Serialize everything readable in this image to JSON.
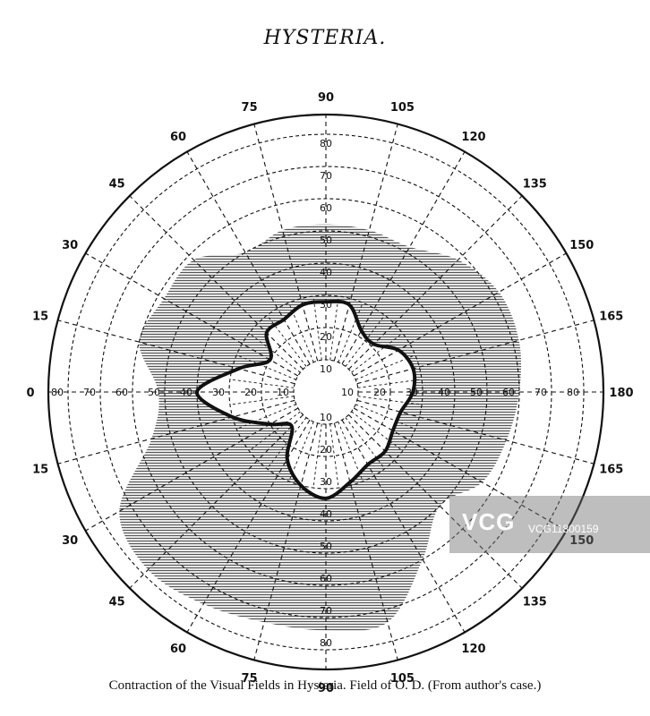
{
  "title": "HYSTERIA.",
  "caption": "Contraction of the Visual Fields in Hysteria.   Field of O. D.   (From author's case.)",
  "watermark": {
    "logo": "VCG",
    "text": "VCG11800159"
  },
  "colors": {
    "ink": "#111111",
    "shading": "#8a8a8a",
    "background": "#ffffff"
  },
  "chart_data": {
    "type": "polar-perimetry",
    "angle_labels_left": [
      "0",
      "15",
      "30",
      "45",
      "60",
      "75",
      "90",
      "105",
      "120",
      "135",
      "150",
      "165"
    ],
    "angle_labels_right": [
      "180",
      "165",
      "150",
      "135",
      "120",
      "105",
      "90",
      "75",
      "60",
      "45",
      "30",
      "15"
    ],
    "radial_labels": [
      "10",
      "20",
      "30",
      "40",
      "50",
      "60",
      "70",
      "80"
    ],
    "visual_field_od_degrees": [
      {
        "angle": 0,
        "r": 27
      },
      {
        "angle": 15,
        "r": 28
      },
      {
        "angle": 30,
        "r": 26
      },
      {
        "angle": 45,
        "r": 21
      },
      {
        "angle": 60,
        "r": 22
      },
      {
        "angle": 75,
        "r": 28
      },
      {
        "angle": 90,
        "r": 28
      },
      {
        "angle": 105,
        "r": 28
      },
      {
        "angle": 120,
        "r": 26
      },
      {
        "angle": 135,
        "r": 26
      },
      {
        "angle": 150,
        "r": 20
      },
      {
        "angle": 165,
        "r": 28
      },
      {
        "angle": 180,
        "r": 40
      },
      {
        "angle": 195,
        "r": 30
      },
      {
        "angle": 210,
        "r": 20
      },
      {
        "angle": 225,
        "r": 15
      },
      {
        "angle": 240,
        "r": 24
      },
      {
        "angle": 255,
        "r": 30
      },
      {
        "angle": 270,
        "r": 33
      },
      {
        "angle": 285,
        "r": 29
      },
      {
        "angle": 300,
        "r": 26
      },
      {
        "angle": 315,
        "r": 26
      },
      {
        "angle": 330,
        "r": 24
      },
      {
        "angle": 345,
        "r": 24
      }
    ],
    "shaded_region_degrees": [
      {
        "angle": 0,
        "r": 60
      },
      {
        "angle": 15,
        "r": 62
      },
      {
        "angle": 30,
        "r": 62
      },
      {
        "angle": 45,
        "r": 58
      },
      {
        "angle": 60,
        "r": 52
      },
      {
        "angle": 75,
        "r": 52
      },
      {
        "angle": 90,
        "r": 52
      },
      {
        "angle": 105,
        "r": 52
      },
      {
        "angle": 120,
        "r": 50
      },
      {
        "angle": 135,
        "r": 58
      },
      {
        "angle": 150,
        "r": 58
      },
      {
        "angle": 165,
        "r": 60
      },
      {
        "angle": 180,
        "r": 52
      },
      {
        "angle": 195,
        "r": 56
      },
      {
        "angle": 210,
        "r": 74
      },
      {
        "angle": 225,
        "r": 78
      },
      {
        "angle": 240,
        "r": 76
      },
      {
        "angle": 255,
        "r": 74
      },
      {
        "angle": 270,
        "r": 74
      },
      {
        "angle": 285,
        "r": 74
      },
      {
        "angle": 300,
        "r": 60
      },
      {
        "angle": 315,
        "r": 50
      },
      {
        "angle": 330,
        "r": 56
      },
      {
        "angle": 345,
        "r": 58
      }
    ],
    "inner_scotoma_degrees": 10
  }
}
